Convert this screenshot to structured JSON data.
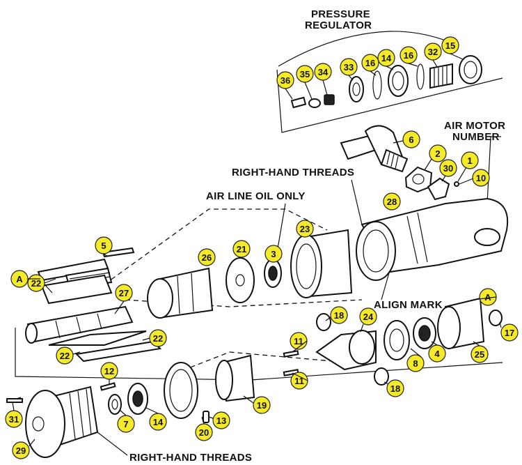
{
  "labels": {
    "pressure_regulator_line1": "PRESSURE",
    "pressure_regulator_line2": "REGULATOR",
    "air_motor_number_line1": "AIR MOTOR",
    "air_motor_number_line2": "NUMBER",
    "right_hand_threads_top": "RIGHT-HAND THREADS",
    "air_line_oil_only": "AIR LINE OIL ONLY",
    "align_mark": "ALIGN MARK",
    "right_hand_threads_bottom": "RIGHT-HAND THREADS"
  },
  "callouts": [
    "36",
    "35",
    "34",
    "33",
    "16",
    "14",
    "16",
    "32",
    "15",
    "6",
    "2",
    "30",
    "1",
    "10",
    "28",
    "23",
    "3",
    "21",
    "26",
    "5",
    "A",
    "22",
    "27",
    "22",
    "22",
    "18",
    "24",
    "11",
    "11",
    "8",
    "4",
    "25",
    "A",
    "17",
    "12",
    "7",
    "14",
    "20",
    "13",
    "19",
    "18",
    "31",
    "29"
  ],
  "colors": {
    "callout_fill": "#f5ea2a",
    "callout_stroke": "#222222",
    "ink": "#111111"
  }
}
